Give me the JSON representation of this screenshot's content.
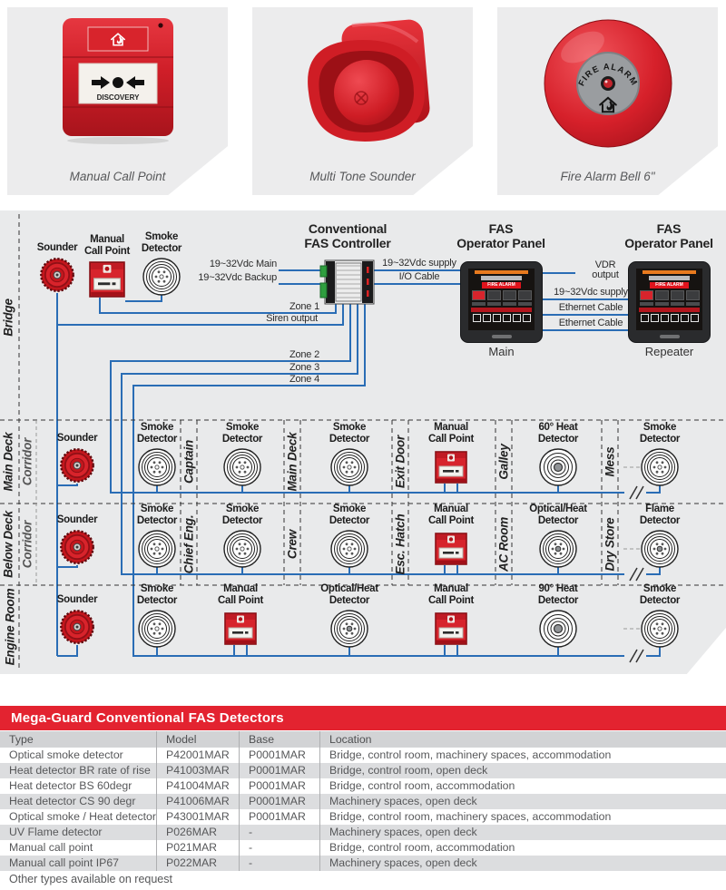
{
  "products": [
    {
      "caption": "Manual Call Point",
      "brand": "DISCOVERY"
    },
    {
      "caption": "Multi Tone Sounder"
    },
    {
      "caption": "Fire Alarm Bell 6\"",
      "bell_text": "FIRE ALARM"
    }
  ],
  "diagram": {
    "bridge": {
      "label": "Bridge",
      "sounder": "Sounder",
      "mcp_l1": "Manual",
      "mcp_l2": "Call Point",
      "smoke_l1": "Smoke",
      "smoke_l2": "Detector",
      "controller_l1": "Conventional",
      "controller_l2": "FAS Controller",
      "wire_main": "19~32Vdc Main",
      "wire_backup": "19~32Vdc Backup",
      "zone1": "Zone 1",
      "siren": "Siren output",
      "zone2": "Zone 2",
      "zone3": "Zone 3",
      "zone4": "Zone 4",
      "supply": "19~32Vdc supply",
      "io_cable": "I/O Cable",
      "vdr_l1": "VDR",
      "vdr_l2": "output",
      "supply2": "19~32Vdc supply",
      "eth1": "Ethernet Cable",
      "eth2": "Ethernet Cable",
      "panel_l1": "FAS",
      "panel_l2": "Operator Panel",
      "main_caption": "Main",
      "repeater_caption": "Repeater",
      "screen_alarm": "FIRE ALARM"
    },
    "rows": [
      {
        "deck": "Main Deck",
        "corridor": "Corridor",
        "sounder": "Sounder",
        "sections": [
          "Captain",
          "Main Deck",
          "Exit Door",
          "Galley",
          "Mess"
        ],
        "devices": [
          {
            "l1": "Smoke",
            "l2": "Detector"
          },
          {
            "l1": "Smoke",
            "l2": "Detector"
          },
          {
            "l1": "Smoke",
            "l2": "Detector"
          },
          {
            "l1": "Manual",
            "l2": "Call Point"
          },
          {
            "l1": "60° Heat",
            "l2": "Detector"
          },
          {
            "l1": "Smoke",
            "l2": "Detector"
          }
        ]
      },
      {
        "deck": "Below Deck",
        "corridor": "Corridor",
        "sounder": "Sounder",
        "sections": [
          "Chief Eng.",
          "Crew",
          "Esc. Hatch",
          "AC Room",
          "Dry Store"
        ],
        "devices": [
          {
            "l1": "Smoke",
            "l2": "Detector"
          },
          {
            "l1": "Smoke",
            "l2": "Detector"
          },
          {
            "l1": "Smoke",
            "l2": "Detector"
          },
          {
            "l1": "Manual",
            "l2": "Call Point"
          },
          {
            "l1": "Optical/Heat",
            "l2": "Detector"
          },
          {
            "l1": "Flame",
            "l2": "Detector"
          }
        ]
      },
      {
        "deck": "Engine Room",
        "sounder": "Sounder",
        "sections": [],
        "devices": [
          {
            "l1": "Smoke",
            "l2": "Detector"
          },
          {
            "l1": "Manual",
            "l2": "Call Point"
          },
          {
            "l1": "Optical/Heat",
            "l2": "Detector"
          },
          {
            "l1": "Manual",
            "l2": "Call Point"
          },
          {
            "l1": "90° Heat",
            "l2": "Detector"
          },
          {
            "l1": "Smoke",
            "l2": "Detector"
          }
        ]
      }
    ]
  },
  "table": {
    "title": "Mega-Guard Conventional FAS Detectors",
    "columns": [
      "Type",
      "Model",
      "Base",
      "Location"
    ],
    "rows": [
      [
        "Optical smoke detector",
        "P42001MAR",
        "P0001MAR",
        "Bridge, control room, machinery spaces, accommodation"
      ],
      [
        "Heat detector BR rate of rise",
        "P41003MAR",
        "P0001MAR",
        "Bridge, control room, open deck"
      ],
      [
        "Heat detector BS 60degr",
        "P41004MAR",
        "P0001MAR",
        "Bridge, control room, accommodation"
      ],
      [
        "Heat detector CS 90 degr",
        "P41006MAR",
        "P0001MAR",
        "Machinery spaces, open deck"
      ],
      [
        "Optical smoke / Heat detector",
        "P43001MAR",
        "P0001MAR",
        "Bridge, control room, machinery spaces, accommodation"
      ],
      [
        "UV Flame detector",
        "P026MAR",
        "-",
        "Machinery spaces, open deck"
      ],
      [
        "Manual call point",
        "P021MAR",
        "-",
        "Bridge, control room,  accommodation"
      ],
      [
        "Manual call point IP67",
        "P022MAR",
        "-",
        "Machinery spaces, open deck"
      ]
    ],
    "note": "Other types available on request"
  }
}
